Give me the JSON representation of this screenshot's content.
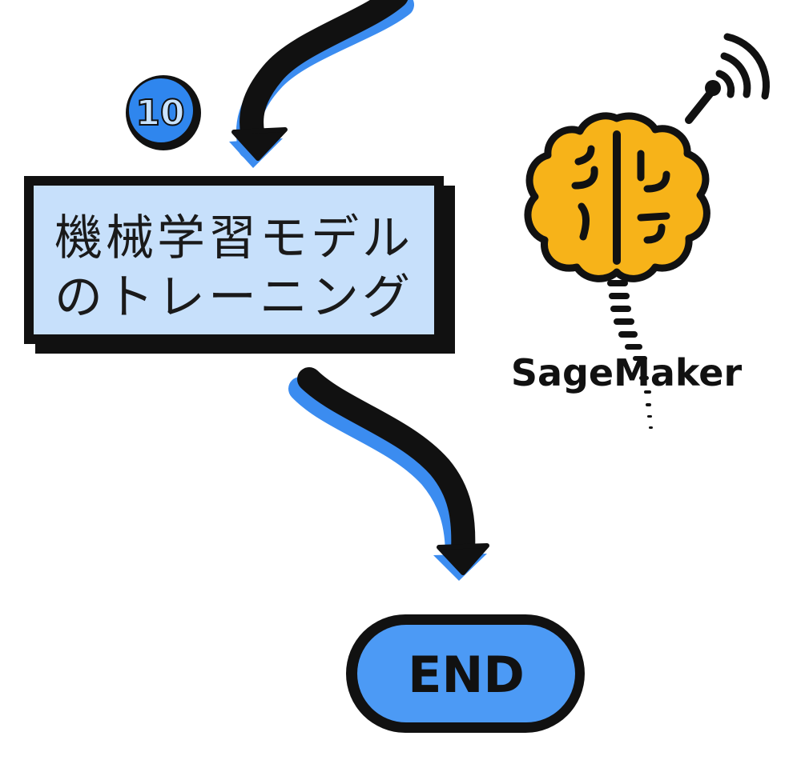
{
  "step": {
    "badge_number": "10",
    "box_line1": "機械学習モデル",
    "box_line2": "のトレーニング"
  },
  "end_terminal": {
    "label": "END"
  },
  "service": {
    "name": "SageMaker",
    "icon": "brain-antenna-icon"
  },
  "colors": {
    "ink": "#111111",
    "accent_blue": "#3b8cf0",
    "box_fill": "#c7e0fb",
    "end_fill": "#4c9af5",
    "badge_fill": "#2f86ee",
    "badge_text": "#c9e3ff",
    "brain_fill": "#f7b319"
  }
}
